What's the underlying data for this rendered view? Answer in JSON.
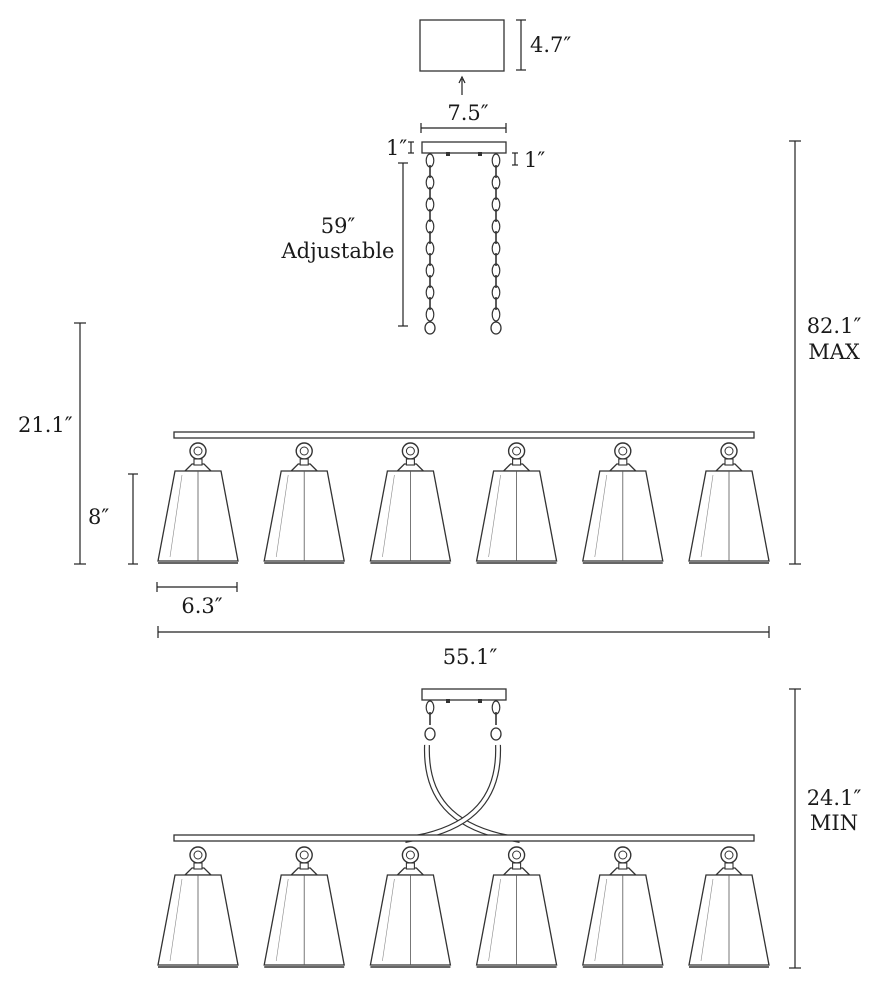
{
  "dimensions": {
    "canopy_height": "4.7″",
    "canopy_width": "7.5″",
    "plate_left": "1″",
    "plate_right": "1″",
    "chain_length": "59″",
    "chain_note": "Adjustable",
    "body_height": "21.1″",
    "shade_height": "8″",
    "shade_width": "6.3″",
    "overall_width": "55.1″",
    "max_height": "82.1″",
    "max_label": "MAX",
    "min_height": "24.1″",
    "min_label": "MIN"
  },
  "fixture": {
    "shade_count": 6
  }
}
